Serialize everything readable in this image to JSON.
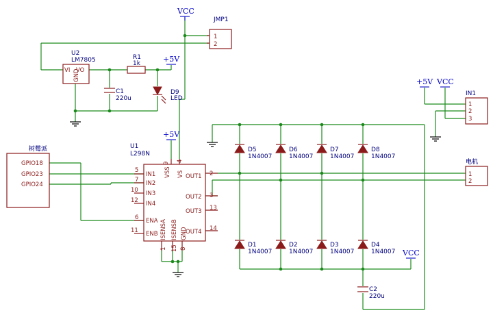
{
  "power": {
    "vcc": "VCC",
    "v5": "+5V"
  },
  "components": {
    "jmp1": {
      "ref": "JMP1",
      "pins": [
        "1",
        "2"
      ]
    },
    "u2": {
      "ref": "U2",
      "value": "LM7805",
      "pin_vi": "VI",
      "pin_vo": "VO",
      "pin_gnd": "GND"
    },
    "r1": {
      "ref": "R1",
      "value": "1k"
    },
    "c1": {
      "ref": "C1",
      "value": "220u"
    },
    "d9": {
      "ref": "D9",
      "value": "LED"
    },
    "raspberry_pi": {
      "ref": "树莓派",
      "pins": [
        "GPIO18",
        "GPIO23",
        "GPIO24"
      ]
    },
    "u1": {
      "ref": "U1",
      "value": "L298N",
      "left_pins": [
        {
          "num": "5",
          "name": "IN1"
        },
        {
          "num": "7",
          "name": "IN2"
        },
        {
          "num": "10",
          "name": "IN3"
        },
        {
          "num": "12",
          "name": "IN4"
        },
        {
          "num": "6",
          "name": "ENA"
        },
        {
          "num": "11",
          "name": "ENB"
        }
      ],
      "right_pins": [
        {
          "num": "2",
          "name": "OUT1"
        },
        {
          "num": "3",
          "name": "OUT2"
        },
        {
          "num": "13",
          "name": "OUT3"
        },
        {
          "num": "14",
          "name": "OUT4"
        }
      ],
      "top_pins": [
        {
          "num": "9",
          "name": "VSS"
        },
        {
          "num": "4",
          "name": "VS"
        }
      ],
      "bottom_pins": [
        {
          "num": "1",
          "name": "ISENSA"
        },
        {
          "num": "15",
          "name": "ISENSB"
        },
        {
          "num": "8",
          "name": "GND"
        }
      ]
    },
    "diodes": [
      {
        "ref": "D5",
        "value": "1N4007"
      },
      {
        "ref": "D6",
        "value": "1N4007"
      },
      {
        "ref": "D7",
        "value": "1N4007"
      },
      {
        "ref": "D8",
        "value": "1N4007"
      },
      {
        "ref": "D1",
        "value": "1N4007"
      },
      {
        "ref": "D2",
        "value": "1N4007"
      },
      {
        "ref": "D3",
        "value": "1N4007"
      },
      {
        "ref": "D4",
        "value": "1N4007"
      }
    ],
    "c2": {
      "ref": "C2",
      "value": "220u"
    },
    "motor": {
      "ref": "电机",
      "pins": [
        "1",
        "2"
      ]
    },
    "in1": {
      "ref": "IN1",
      "pins": [
        "1",
        "2",
        "3"
      ]
    }
  }
}
